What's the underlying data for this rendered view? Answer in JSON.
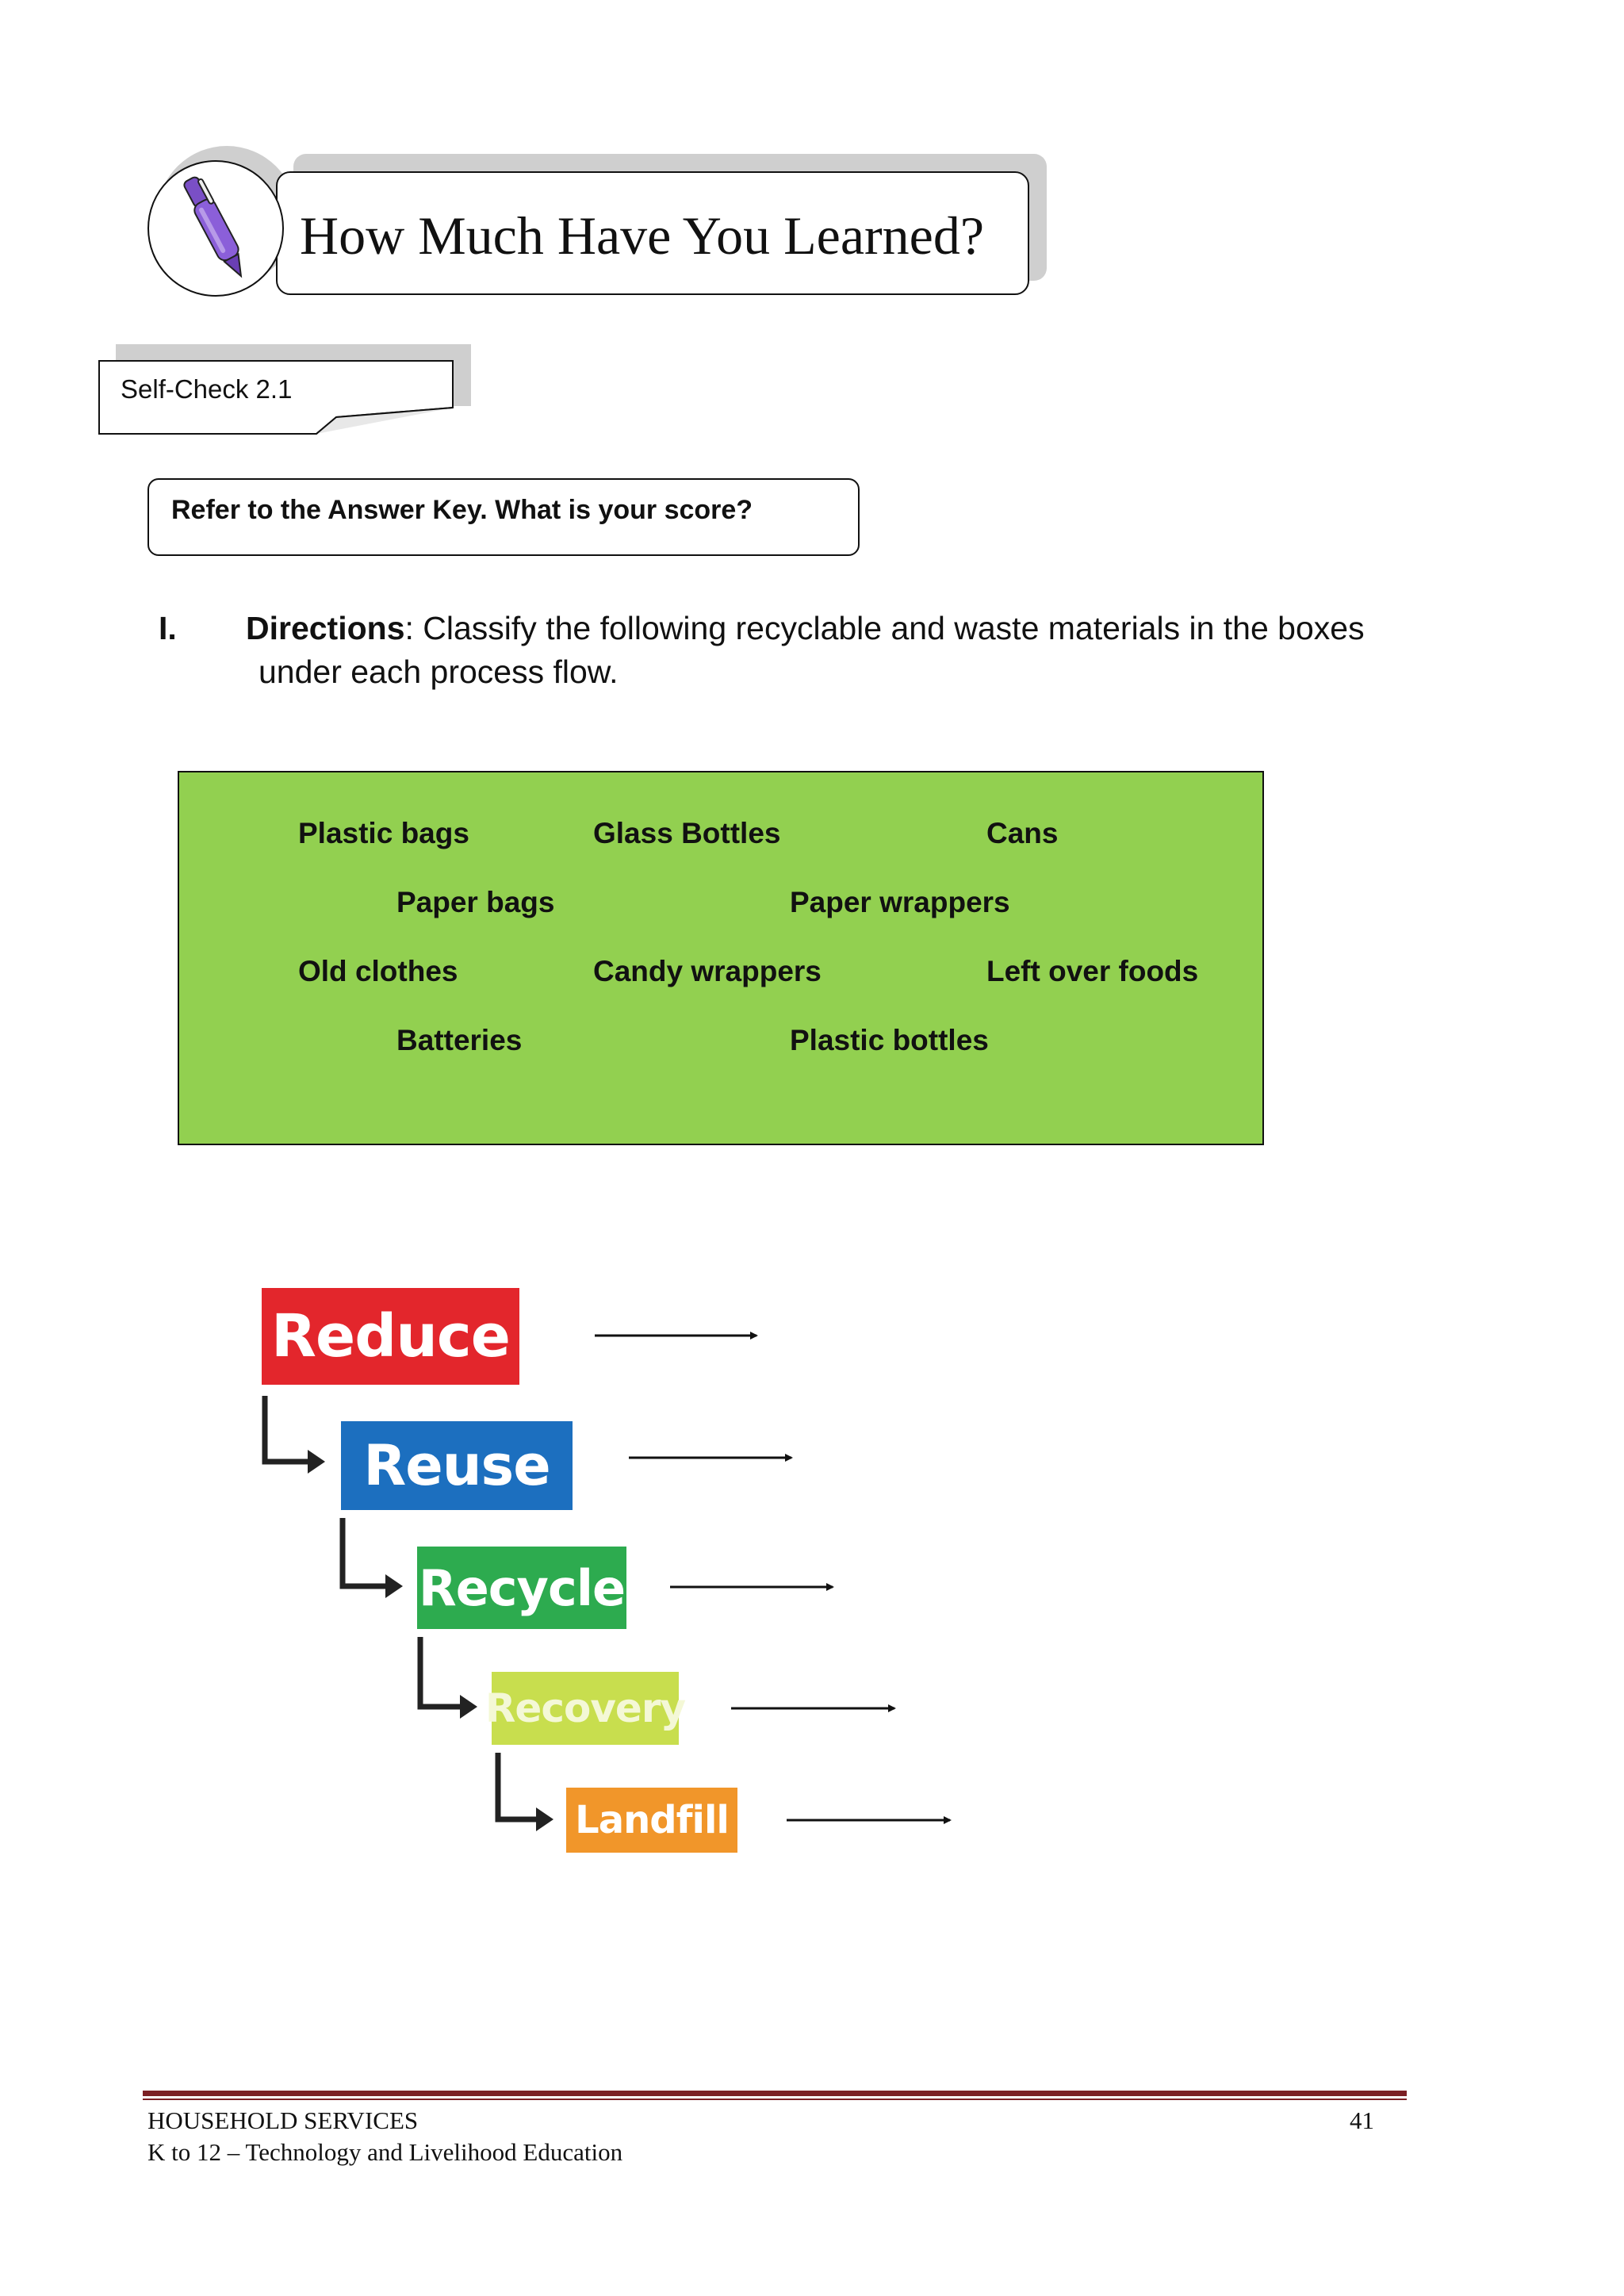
{
  "header": {
    "title": "How Much Have You Learned?",
    "icon": "pen-icon"
  },
  "self_check": {
    "label": "Self-Check  2.1"
  },
  "score_prompt": "Refer to the Answer Key. What is your score?",
  "directions": {
    "number": "I.",
    "heading": "Directions",
    "text_line1": ": Classify the following recyclable and waste materials in the boxes",
    "text_line2": "under each process flow."
  },
  "materials": [
    "Plastic bags",
    "Glass Bottles",
    "Cans",
    "Paper bags",
    "Paper wrappers",
    "Old clothes",
    "Candy wrappers",
    "Left over foods",
    "Batteries",
    "Plastic bottles"
  ],
  "process_flow": [
    {
      "label": "Reduce",
      "color": "#e3262c"
    },
    {
      "label": "Reuse",
      "color": "#1c6fbf"
    },
    {
      "label": "Recycle",
      "color": "#2dab4f"
    },
    {
      "label": "Recovery",
      "color": "#c8de4e"
    },
    {
      "label": "Landfill",
      "color": "#f1962a"
    }
  ],
  "footer": {
    "line1": "HOUSEHOLD SERVICES",
    "line2": "K to 12 – Technology and Livelihood Education",
    "page_number": "41"
  },
  "colors": {
    "materials_box": "#92d050",
    "footer_rule": "#7b1f24"
  }
}
